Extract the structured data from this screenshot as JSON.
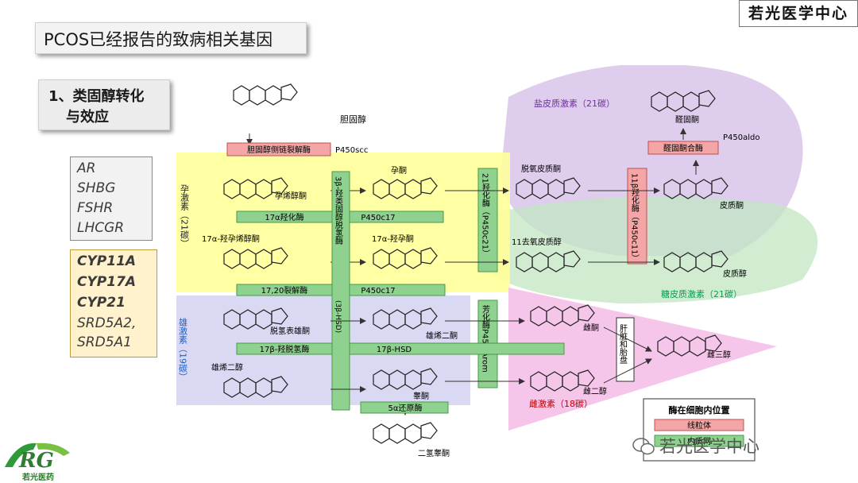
{
  "header": {
    "title": "PCOS已经报告的致病相关基因",
    "brand": "若光医学中心"
  },
  "section": {
    "line1": "1、类固醇转化",
    "line2": "与效应"
  },
  "genes_group1": [
    "AR",
    "SHBG",
    "FSHR",
    "LHCGR"
  ],
  "genes_group2": [
    "CYP11A",
    "CYP17A",
    "CYP21",
    "SRD5A2,",
    "SRD5A1"
  ],
  "logo": {
    "caption": "若光医药"
  },
  "diagram": {
    "cholesterol": "胆固醇",
    "scc_enzyme": "胆固醇侧链裂解酶",
    "scc_code": "P450scc",
    "progestogen_zone": "孕激素（21碳）",
    "androgen_zone": "雄激素（19碳）",
    "mineralocorticoid_zone": "盐皮质激素（21碳）",
    "glucocorticoid_zone": "糖皮质激素（21碳）",
    "estrogen_zone": "雌激素（18碳）",
    "pregnenolone": "孕烯醇酮",
    "progesterone": "孕酮",
    "deoxycorticosterone": "脱氧皮质酮",
    "corticosterone": "皮质酮",
    "aldosterone": "醛固酮",
    "aldosterone_synthase": "醛固酮合酶",
    "aldo_code": "P450aldo",
    "hydroxylase17": "17α羟化酶",
    "p450c17_a": "P450c17",
    "hydroxypregnenolone": "17α-羟孕烯醇酮",
    "hydroxyprogesterone": "17α-羟孕酮",
    "deoxycortisol": "11去氧皮质醇",
    "cortisol": "皮质醇",
    "lyase": "17,20裂解酶",
    "p450c17_b": "P450c17",
    "hsd3b_vertical": "3β-羟类固醇脱氢酶",
    "hsd3b_code": "(3β-HSD)",
    "hydroxylase21": "21羟化酶（P450c21）",
    "hydroxylase11": "11β羟化酶（P450c11）",
    "aromatase": "芳化酶P450 Arom",
    "liver_placenta": "肝脏和胎盘",
    "dhea": "脱氢表雄酮",
    "androstenedione": "雄烯二酮",
    "estrone": "雌酮",
    "hsd17": "17β-羟脱氢酶",
    "hsd17_code": "17β-HSD",
    "androstenediol": "雄烯二醇",
    "testosterone": "睾酮",
    "estradiol": "雌二醇",
    "estriol": "雌三醇",
    "reductase": "5α还原酶",
    "dht": "二氢睾酮",
    "legend_title": "酶在细胞内位置",
    "legend_mito": "线粒体",
    "legend_er": "内质网"
  },
  "watermark": {
    "text": "若光医学中心"
  },
  "colors": {
    "yellow_zone": "#ffff99",
    "blue_zone": "#d9d9f3",
    "purple_zone": "#d8c4ea",
    "green_zone": "#c3e6c3",
    "pink_zone": "#f6c6ea",
    "green_enzyme": "#8fd18f",
    "red_enzyme": "#f4a6a6",
    "zone_text_purple": "#7030a0",
    "zone_text_green": "#00a050",
    "zone_text_red": "#c00000",
    "zone_text_blue": "#2060c0"
  }
}
